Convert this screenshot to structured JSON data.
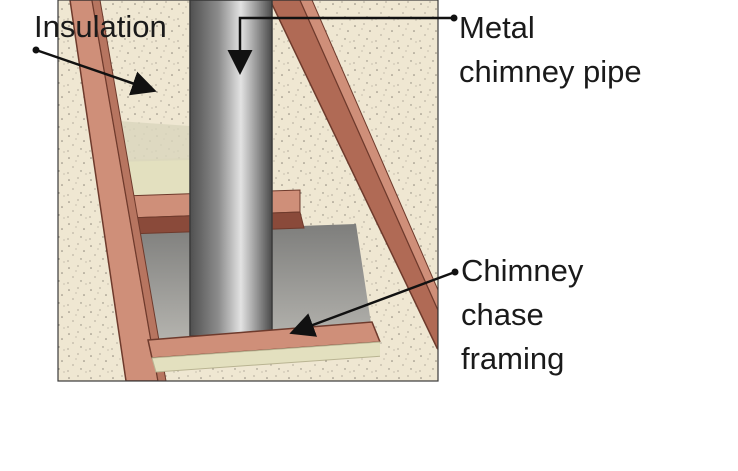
{
  "diagram": {
    "labels": {
      "insulation": "Insulation",
      "pipe_line1": "Metal",
      "pipe_line2": "chimney pipe",
      "framing_line1": "Chimney",
      "framing_line2": "chase",
      "framing_line3": "framing"
    },
    "colors": {
      "insulation": "#efe7d2",
      "insulation_speckle": "#8a8478",
      "framing": "#cf8f79",
      "framing_dark": "#a9604a",
      "framing_edge": "#6e3a2c",
      "pipe_light": "#dcdcdc",
      "pipe_dark": "#555555",
      "cavity": "#9a9a98",
      "batt": "#e3e0bf",
      "leader": "#111111"
    }
  }
}
